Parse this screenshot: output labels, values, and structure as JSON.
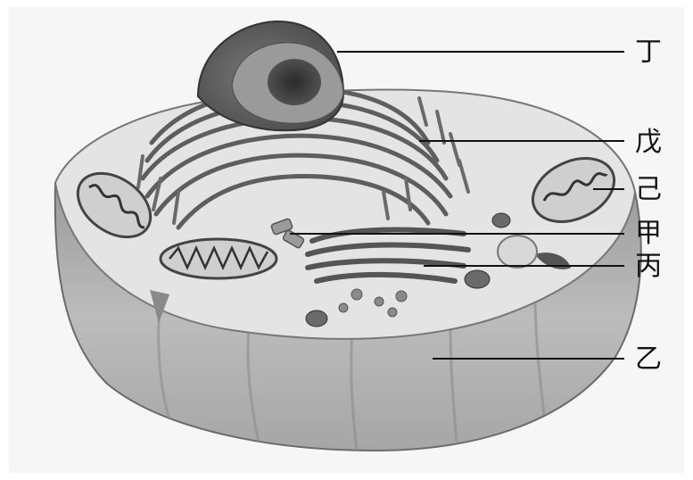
{
  "labels": {
    "ding": "丁",
    "wu": "戊",
    "ji": "己",
    "jia": "甲",
    "bing": "丙",
    "yi": "乙"
  }
}
